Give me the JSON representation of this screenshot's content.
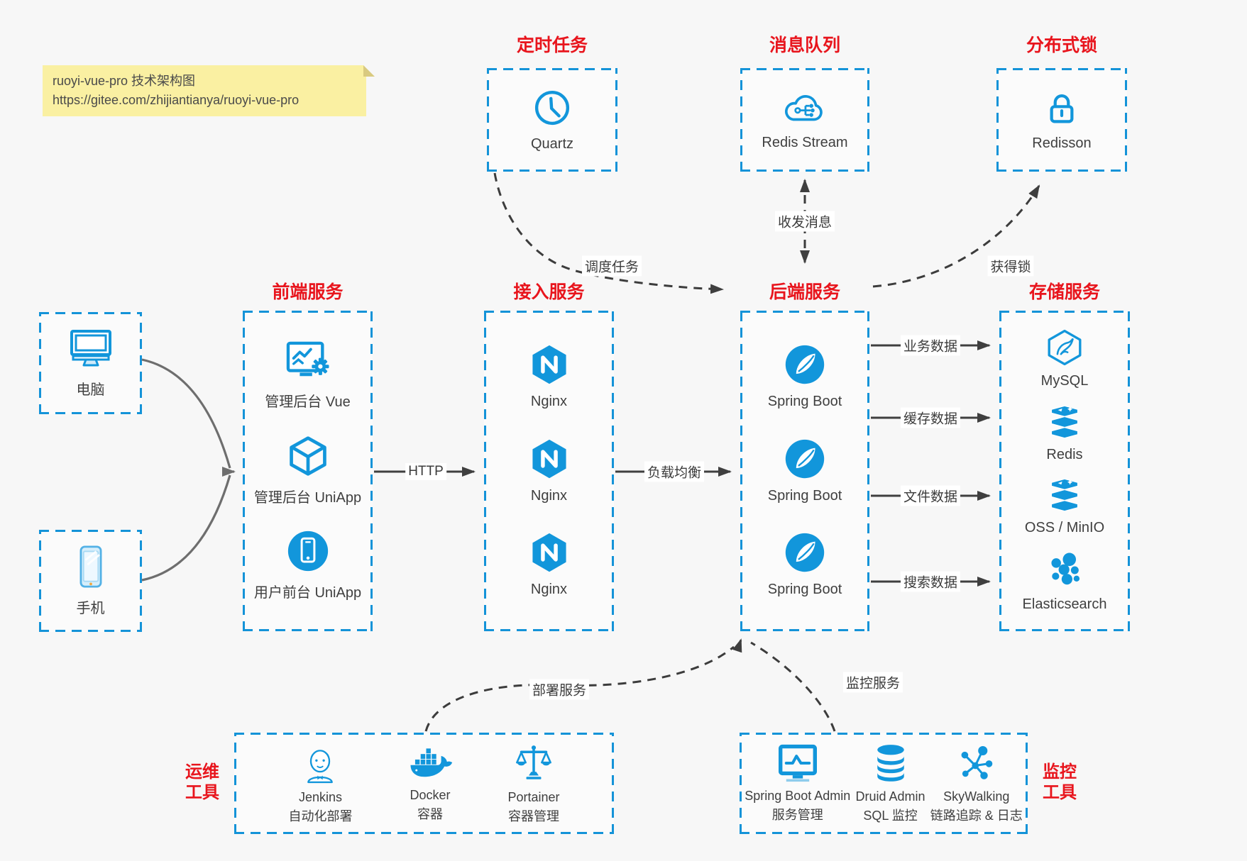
{
  "note": {
    "line1": "ruoyi-vue-pro 技术架构图",
    "line2": "https://gitee.com/zhijiantianya/ruoyi-vue-pro"
  },
  "titles": {
    "scheduler": "定时任务",
    "mq": "消息队列",
    "lock": "分布式锁",
    "frontend": "前端服务",
    "gateway": "接入服务",
    "backend": "后端服务",
    "storage": "存储服务",
    "devops1": "运维",
    "devops2": "工具",
    "monitor1": "监控",
    "monitor2": "工具"
  },
  "nodes": {
    "quartz": "Quartz",
    "redis_stream": "Redis Stream",
    "redisson": "Redisson",
    "pc": "电脑",
    "phone": "手机",
    "admin_vue": "管理后台 Vue",
    "admin_uniapp": "管理后台 UniApp",
    "user_uniapp": "用户前台 UniApp",
    "nginx": "Nginx",
    "spring_boot": "Spring Boot",
    "mysql": "MySQL",
    "redis": "Redis",
    "oss": "OSS / MinIO",
    "es": "Elasticsearch",
    "jenkins": {
      "name": "Jenkins",
      "desc": "自动化部署"
    },
    "docker": {
      "name": "Docker",
      "desc": "容器"
    },
    "portainer": {
      "name": "Portainer",
      "desc": "容器管理"
    },
    "sba": {
      "name": "Spring Boot Admin",
      "desc": "服务管理"
    },
    "druid": {
      "name": "Druid Admin",
      "desc": "SQL 监控"
    },
    "skywalking": {
      "name": "SkyWalking",
      "desc": "链路追踪 & 日志"
    }
  },
  "edges": {
    "http": "HTTP",
    "lb": "负载均衡",
    "biz": "业务数据",
    "cache": "缓存数据",
    "file": "文件数据",
    "search": "搜索数据",
    "schedule": "调度任务",
    "message": "收发消息",
    "lock": "获得锁",
    "deploy": "部署服务",
    "monitor": "监控服务"
  },
  "colors": {
    "accent_blue": "#1296db",
    "title_red": "#e8151d",
    "arrow_dark": "#3f3f3f",
    "note_bg": "#faf0a2"
  }
}
